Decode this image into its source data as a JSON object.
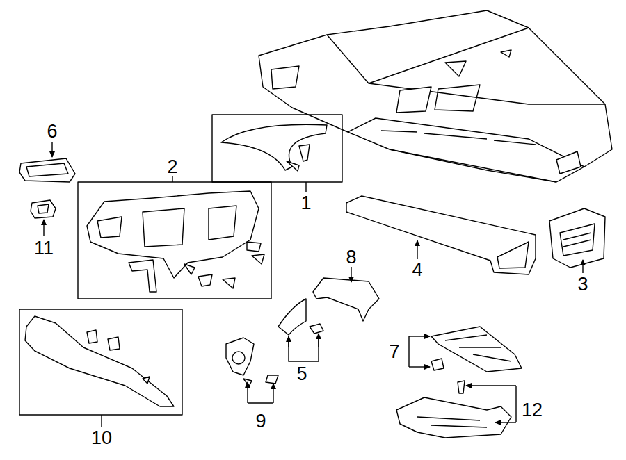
{
  "diagram": {
    "labels": [
      "6",
      "2",
      "1",
      "11",
      "4",
      "3",
      "8",
      "7",
      "5",
      "10",
      "9",
      "12"
    ]
  }
}
